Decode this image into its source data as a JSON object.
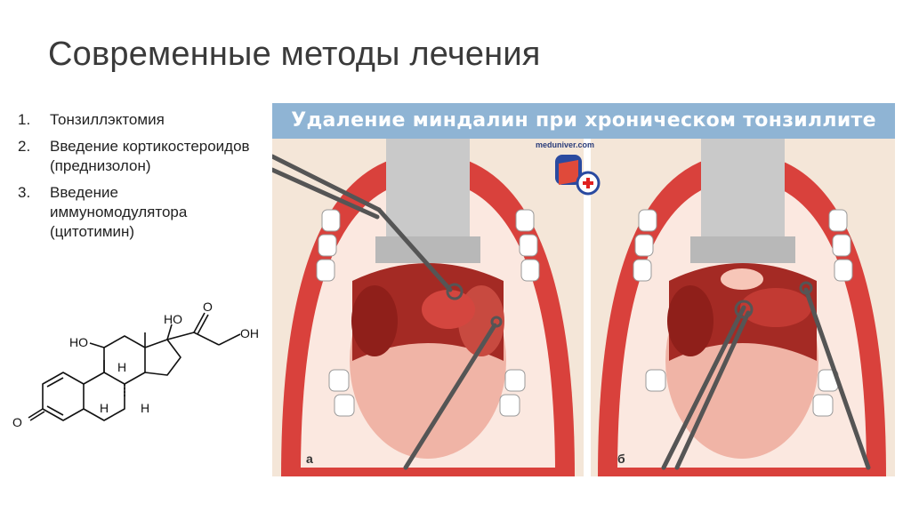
{
  "slide": {
    "title": "Современные методы лечения",
    "items": [
      {
        "num": "1.",
        "text": "Тонзиллэктомия"
      },
      {
        "num": "2.",
        "text": "Введение кортикостероидов (преднизолон)"
      },
      {
        "num": "3.",
        "text": "Введение иммуномодулятора (цитотимин)"
      }
    ]
  },
  "molecule": {
    "atoms": [
      "HO",
      "HO",
      "O",
      "OH",
      "O",
      "H",
      "H",
      "H"
    ]
  },
  "figure": {
    "banner": "Удаление миндалин при хроническом тонзиллите",
    "site": "meduniver.com",
    "panel_a": "а",
    "panel_b": "б"
  },
  "colors": {
    "banner": "#8fb4d4",
    "mouth_red": "#d9413c",
    "tongue": "#e79a8c"
  }
}
